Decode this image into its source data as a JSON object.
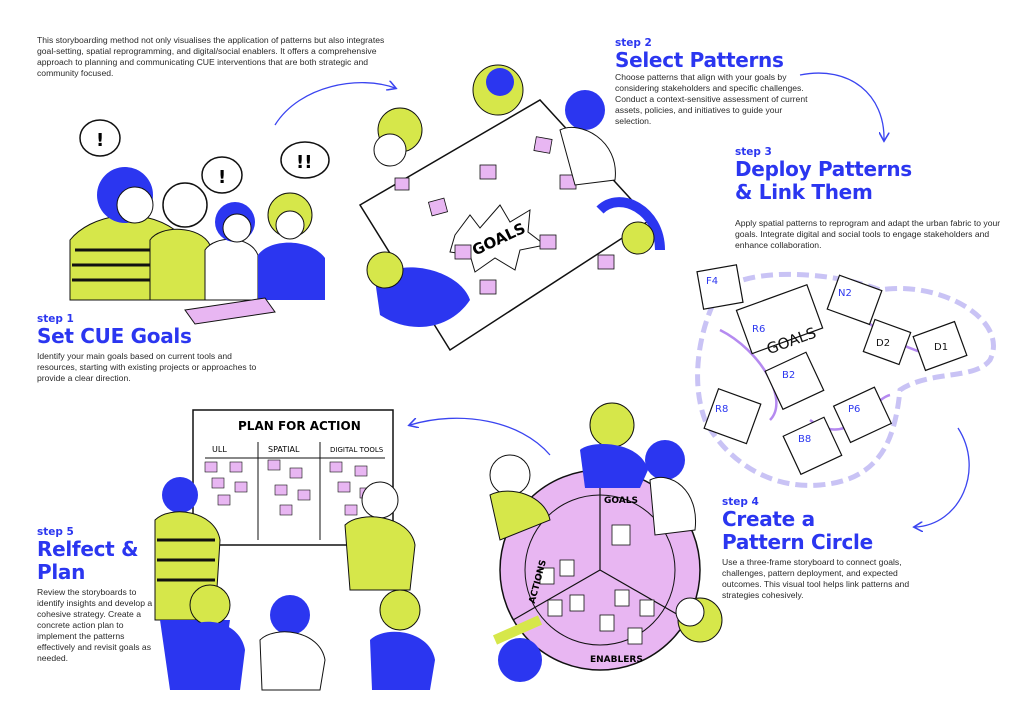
{
  "intro": "This storyboarding method not only visualises the application of patterns but also integrates goal-setting, spatial reprogramming, and digital/social enablers. It offers a comprehensive approach to planning and communicating CUE interventions that are both strategic and community focused.",
  "steps": [
    {
      "step": "step 1",
      "title": "Set CUE Goals",
      "body": "Identify your main goals based on current tools and resources, starting with existing projects or approaches to provide a clear direction."
    },
    {
      "step": "step 2",
      "title": "Select Patterns",
      "body": "Choose patterns that align with your goals by considering stakeholders and specific challenges. Conduct a context-sensitive assessment of current assets, policies, and initiatives to guide your selection."
    },
    {
      "step": "step 3",
      "title_line1": "Deploy Patterns",
      "title_line2": "& Link Them",
      "body": "Apply spatial patterns to reprogram and adapt the urban fabric to your goals. Integrate digital and social tools to engage stakeholders and enhance collaboration."
    },
    {
      "step": "step 4",
      "title_line1": "Create a",
      "title_line2": "Pattern Circle",
      "body": "Use a three-frame storyboard to connect goals, challenges, pattern deployment, and expected outcomes. This visual tool helps link patterns and strategies cohesively."
    },
    {
      "step": "step 5",
      "title_line1": "Relfect &",
      "title_line2": "Plan",
      "body": "Review the storyboards to identify insights and develop a cohesive strategy. Create a concrete action plan to implement the patterns effectively and revisit goals as needed."
    }
  ],
  "illustrations": {
    "speech": [
      "!",
      "!",
      "!!"
    ],
    "table_label": "GOALS",
    "map_labels": [
      "F4",
      "R6",
      "GOALS",
      "N2",
      "D2",
      "D1",
      "B2",
      "R8",
      "B8",
      "P6"
    ],
    "circle_labels": [
      "GOALS",
      "ACTIONS",
      "ENABLERS"
    ],
    "board_title": "PLAN FOR ACTION",
    "board_columns": [
      "ULL",
      "SPATIAL",
      "DIGITAL TOOLS"
    ]
  },
  "colors": {
    "blue": "#2b36f0",
    "lime": "#d6e74a",
    "pink": "#e8b6f2",
    "purple": "#b9a6f5"
  }
}
